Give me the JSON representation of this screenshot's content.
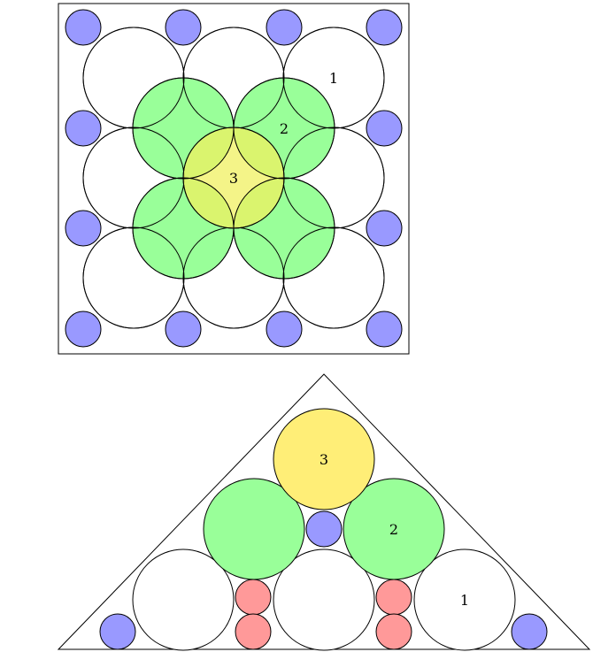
{
  "figure": {
    "square_panel": {
      "labels": {
        "layer1": "1",
        "layer2": "2",
        "layer3": "3"
      }
    },
    "triangle_panel": {
      "labels": {
        "layer1": "1",
        "layer2": "2",
        "layer3": "3"
      }
    }
  },
  "colors": {
    "blue": "#9999ff",
    "green": "#99ff99",
    "yellow": "#ffee77",
    "yellow_square": "#f0f060",
    "red": "#ff9999",
    "stroke": "#000000",
    "white": "#ffffff"
  }
}
